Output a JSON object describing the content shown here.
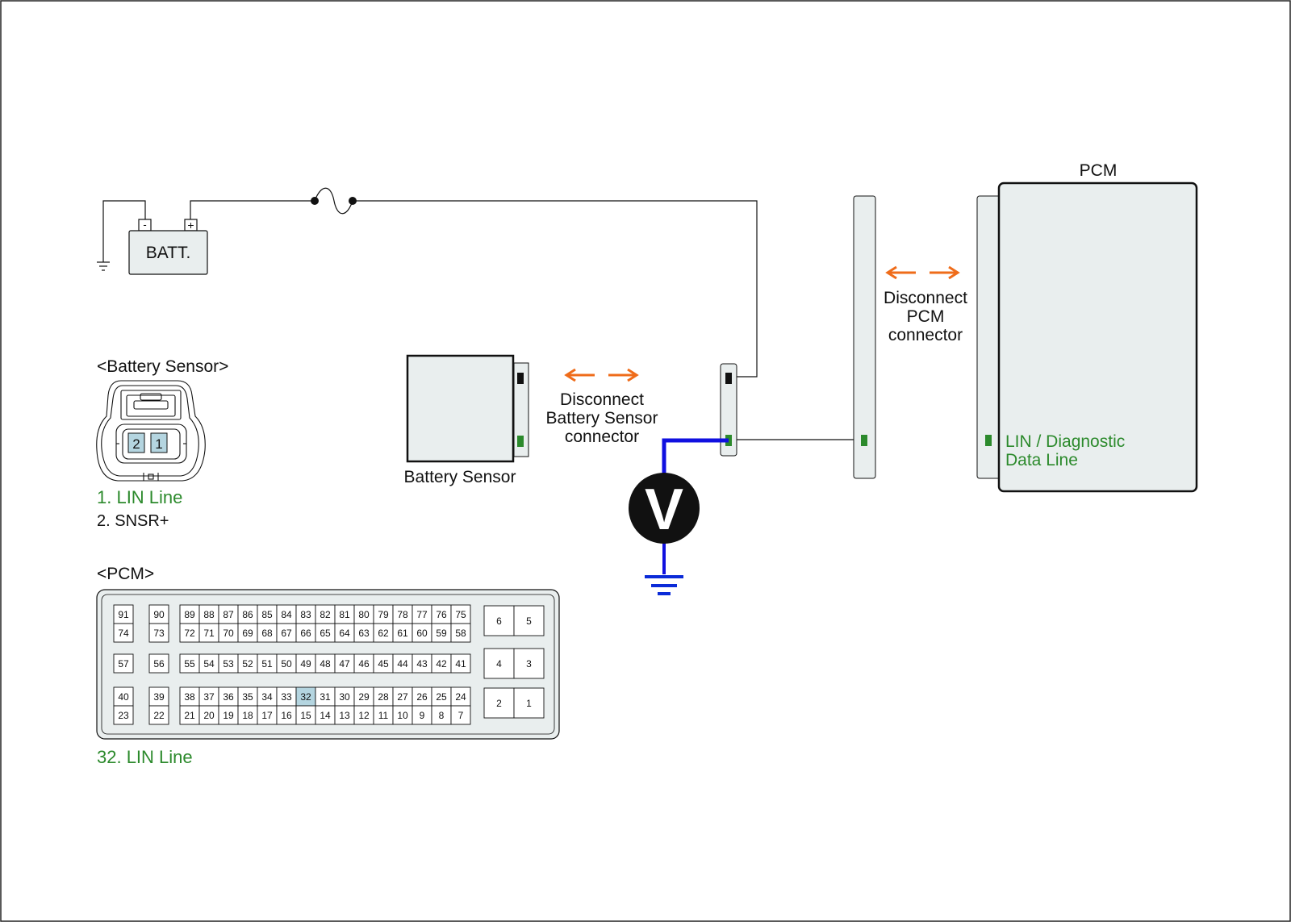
{
  "colors": {
    "green": "#2c8a2c",
    "wire_blue": "#1010e0",
    "arrow_orange": "#ef6c1a",
    "connector_fill": "#e9eeee",
    "pin_highlight": "#b4d5e0",
    "ground": "#0b2bd8"
  },
  "battery": {
    "label": "BATT.",
    "neg_symbol": "-",
    "pos_symbol": "+"
  },
  "battery_sensor": {
    "label": "Battery Sensor",
    "disconnect": [
      "Disconnect",
      "Battery Sensor",
      "connector"
    ]
  },
  "pcm": {
    "label": "PCM",
    "disconnect": [
      "Disconnect",
      "PCM",
      "connector"
    ],
    "pin_label": [
      "LIN / Diagnostic",
      "Data Line"
    ]
  },
  "voltmeter": {
    "symbol": "V"
  },
  "battery_sensor_connector": {
    "title": "<Battery Sensor>",
    "pins": [
      "2",
      "1"
    ],
    "legend": [
      {
        "text": "1. LIN Line",
        "highlight": true
      },
      {
        "text": "2. SNSR+",
        "highlight": false
      }
    ]
  },
  "pcm_connector": {
    "title": "<PCM>",
    "highlight_pin": "32",
    "legend": "32. LIN Line",
    "rows": [
      {
        "top": {
          "a": "91",
          "b": "90",
          "main": [
            "89",
            "88",
            "87",
            "86",
            "85",
            "84",
            "83",
            "82",
            "81",
            "80",
            "79",
            "78",
            "77",
            "76",
            "75"
          ]
        },
        "bottom": {
          "a": "74",
          "b": "73",
          "main": [
            "72",
            "71",
            "70",
            "69",
            "68",
            "67",
            "66",
            "65",
            "64",
            "63",
            "62",
            "61",
            "60",
            "59",
            "58"
          ]
        },
        "right": [
          "6",
          "5"
        ]
      },
      {
        "single": {
          "a": "57",
          "b": "56",
          "main": [
            "55",
            "54",
            "53",
            "52",
            "51",
            "50",
            "49",
            "48",
            "47",
            "46",
            "45",
            "44",
            "43",
            "42",
            "41"
          ]
        },
        "right": [
          "4",
          "3"
        ]
      },
      {
        "top": {
          "a": "40",
          "b": "39",
          "main": [
            "38",
            "37",
            "36",
            "35",
            "34",
            "33",
            "32",
            "31",
            "30",
            "29",
            "28",
            "27",
            "26",
            "25",
            "24"
          ]
        },
        "bottom": {
          "a": "23",
          "b": "22",
          "main": [
            "21",
            "20",
            "19",
            "18",
            "17",
            "16",
            "15",
            "14",
            "13",
            "12",
            "11",
            "10",
            "9",
            "8",
            "7"
          ]
        },
        "right": [
          "2",
          "1"
        ]
      }
    ]
  }
}
